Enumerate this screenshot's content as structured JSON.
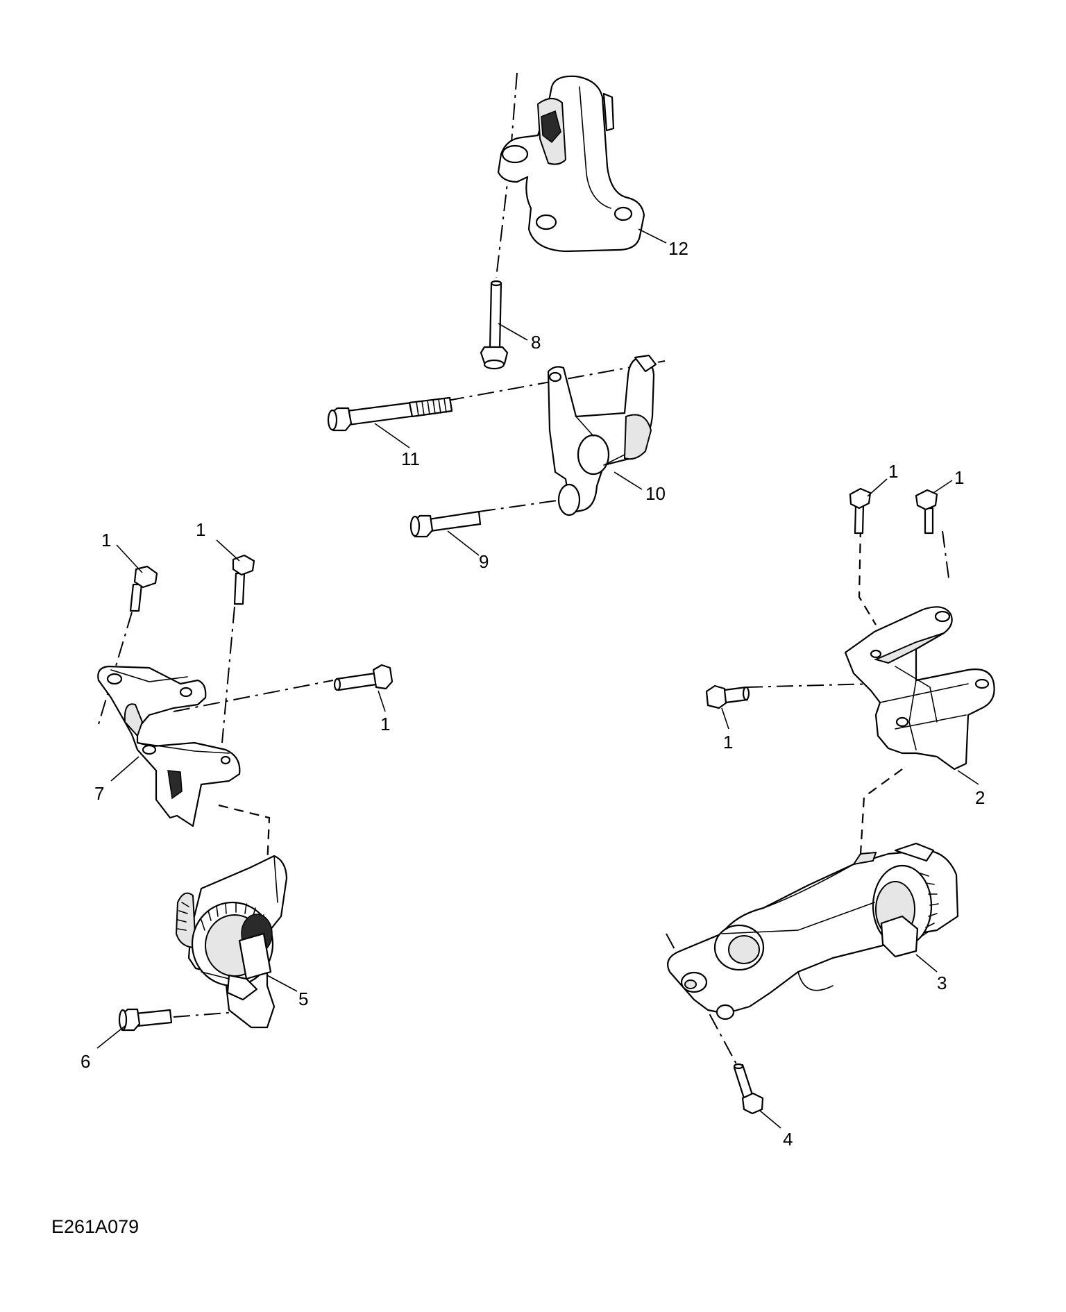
{
  "figure_code": "E261A079",
  "callouts": {
    "c1a": "1",
    "c1b": "1",
    "c1c": "1",
    "c1d": "1",
    "c1e": "1",
    "c1f": "1",
    "c2": "2",
    "c3": "3",
    "c4": "4",
    "c5": "5",
    "c6": "6",
    "c7": "7",
    "c8": "8",
    "c9": "9",
    "c10": "10",
    "c11": "11",
    "c12": "12"
  }
}
